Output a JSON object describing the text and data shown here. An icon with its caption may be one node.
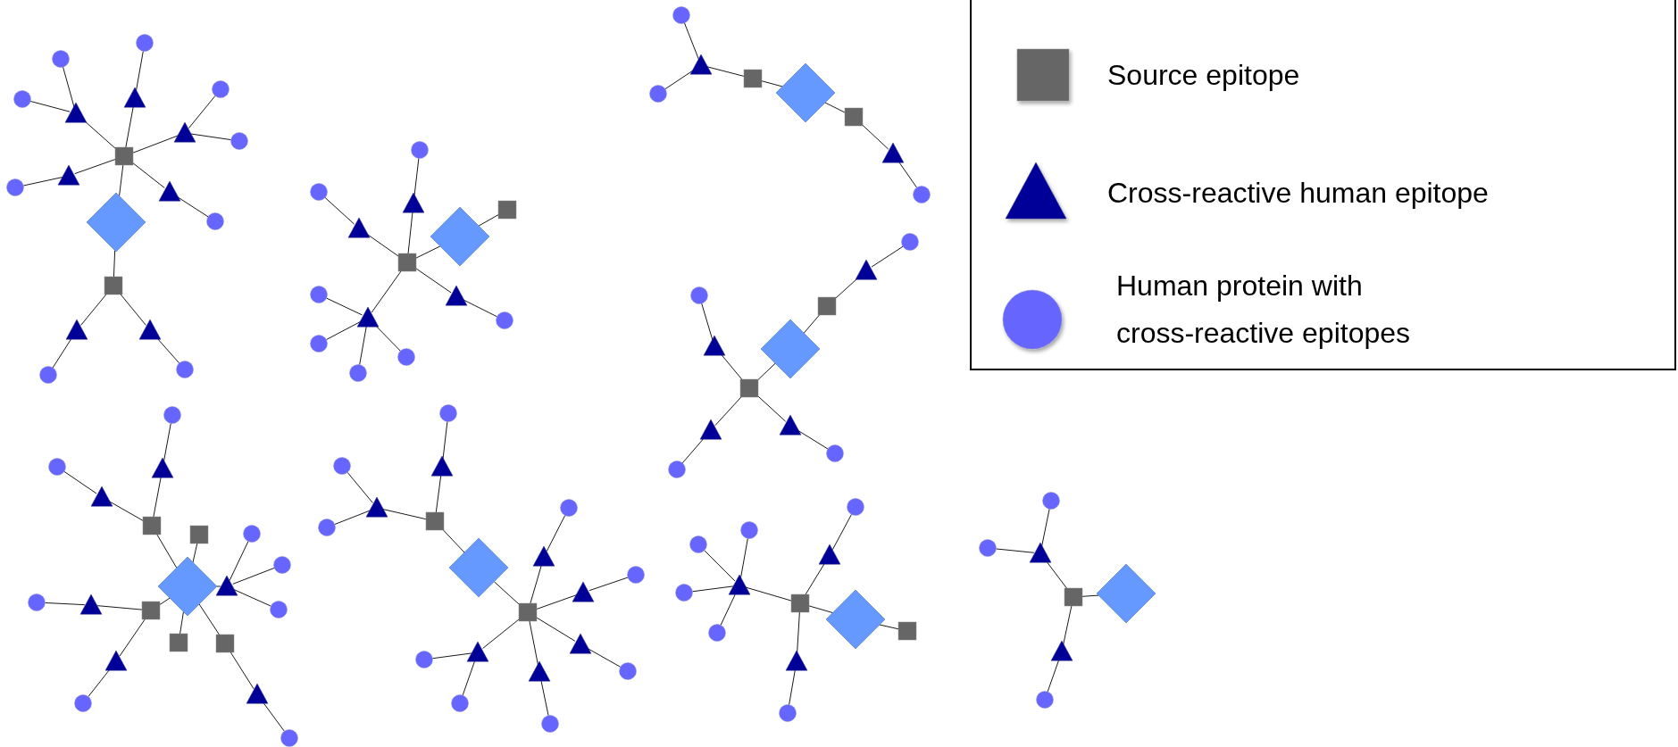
{
  "diagram": {
    "nodes": [
      {
        "text": [],
        "shape": "box"
      },
      {
        "text": [],
        "shape": "diamond"
      },
      {
        "text": [],
        "shape": "box"
      },
      {
        "text": [],
        "shape": "triangle"
      },
      {
        "text": [],
        "shape": "circle"
      },
      {
        "text": [],
        "shape": "circle"
      },
      {
        "text": [],
        "shape": "triangle"
      },
      {
        "text": [],
        "shape": "circle"
      },
      {
        "text": [],
        "shape": "triangle"
      },
      {
        "text": [],
        "shape": "circle"
      },
      {
        "text": [],
        "shape": "circle"
      },
      {
        "text": [],
        "shape": "triangle"
      },
      {
        "text": [],
        "shape": "circle"
      },
      {
        "text": [],
        "shape": "triangle"
      },
      {
        "text": [],
        "shape": "circle"
      },
      {
        "text": [],
        "shape": "triangle"
      },
      {
        "text": [],
        "shape": "circle"
      },
      {
        "text": [],
        "shape": "triangle"
      },
      {
        "text": [],
        "shape": "circle"
      },
      {
        "text": [],
        "shape": "box"
      },
      {
        "text": [],
        "shape": "diamond"
      },
      {
        "text": [],
        "shape": "box"
      },
      {
        "text": [],
        "shape": "triangle"
      },
      {
        "text": [],
        "shape": "circle"
      },
      {
        "text": [],
        "shape": "triangle"
      },
      {
        "text": [],
        "shape": "circle"
      },
      {
        "text": [],
        "shape": "triangle"
      },
      {
        "text": [],
        "shape": "circle"
      },
      {
        "text": [],
        "shape": "triangle"
      },
      {
        "text": [],
        "shape": "circle"
      },
      {
        "text": [],
        "shape": "circle"
      },
      {
        "text": [],
        "shape": "circle"
      },
      {
        "text": [],
        "shape": "circle"
      },
      {
        "text": [],
        "shape": "circle"
      },
      {
        "text": [],
        "shape": "circle"
      },
      {
        "text": [],
        "shape": "triangle"
      },
      {
        "text": [],
        "shape": "box"
      },
      {
        "text": [],
        "shape": "diamond"
      },
      {
        "text": [],
        "shape": "box"
      },
      {
        "text": [],
        "shape": "triangle"
      },
      {
        "text": [],
        "shape": "circle"
      },
      {
        "text": [],
        "shape": "circle"
      },
      {
        "text": [],
        "shape": "triangle"
      },
      {
        "text": [],
        "shape": "box"
      },
      {
        "text": [],
        "shape": "diamond"
      },
      {
        "text": [],
        "shape": "box"
      },
      {
        "text": [],
        "shape": "triangle"
      },
      {
        "text": [],
        "shape": "circle"
      },
      {
        "text": [],
        "shape": "triangle"
      },
      {
        "text": [],
        "shape": "circle"
      },
      {
        "text": [],
        "shape": "triangle"
      },
      {
        "text": [],
        "shape": "circle"
      },
      {
        "text": [],
        "shape": "box"
      },
      {
        "text": [],
        "shape": "box"
      },
      {
        "text": [],
        "shape": "diamond"
      },
      {
        "text": [],
        "shape": "box"
      },
      {
        "text": [],
        "shape": "box"
      },
      {
        "text": [],
        "shape": "box"
      },
      {
        "text": [],
        "shape": "triangle"
      },
      {
        "text": [],
        "shape": "circle"
      },
      {
        "text": [],
        "shape": "circle"
      },
      {
        "text": [],
        "shape": "circle"
      },
      {
        "text": [],
        "shape": "triangle"
      },
      {
        "text": [],
        "shape": "circle"
      },
      {
        "text": [],
        "shape": "triangle"
      },
      {
        "text": [],
        "shape": "circle"
      },
      {
        "text": [],
        "shape": "triangle"
      },
      {
        "text": [],
        "shape": "circle"
      },
      {
        "text": [],
        "shape": "triangle"
      },
      {
        "text": [],
        "shape": "circle"
      },
      {
        "text": [],
        "shape": "triangle"
      },
      {
        "text": [],
        "shape": "circle"
      },
      {
        "text": [],
        "shape": "box"
      },
      {
        "text": [],
        "shape": "diamond"
      },
      {
        "text": [],
        "shape": "box"
      },
      {
        "text": [],
        "shape": "triangle"
      },
      {
        "text": [],
        "shape": "circle"
      },
      {
        "text": [],
        "shape": "circle"
      },
      {
        "text": [],
        "shape": "triangle"
      },
      {
        "text": [],
        "shape": "circle"
      },
      {
        "text": [],
        "shape": "triangle"
      },
      {
        "text": [],
        "shape": "circle"
      },
      {
        "text": [],
        "shape": "triangle"
      },
      {
        "text": [],
        "shape": "circle"
      },
      {
        "text": [],
        "shape": "triangle"
      },
      {
        "text": [],
        "shape": "circle"
      },
      {
        "text": [],
        "shape": "triangle"
      },
      {
        "text": [],
        "shape": "circle"
      },
      {
        "text": [],
        "shape": "triangle"
      },
      {
        "text": [],
        "shape": "circle"
      },
      {
        "text": [],
        "shape": "circle"
      },
      {
        "text": [],
        "shape": "circle"
      },
      {
        "text": [],
        "shape": "circle"
      },
      {
        "text": [],
        "shape": "circle"
      },
      {
        "text": [],
        "shape": "circle"
      },
      {
        "text": [],
        "shape": "triangle"
      },
      {
        "text": [],
        "shape": "box"
      },
      {
        "text": [],
        "shape": "triangle"
      },
      {
        "text": [],
        "shape": "circle"
      },
      {
        "text": [],
        "shape": "triangle"
      },
      {
        "text": [],
        "shape": "circle"
      },
      {
        "text": [],
        "shape": "diamond"
      },
      {
        "text": [],
        "shape": "box"
      },
      {
        "text": [],
        "shape": "circle"
      },
      {
        "text": [],
        "shape": "circle"
      },
      {
        "text": [],
        "shape": "triangle"
      },
      {
        "text": [],
        "shape": "box"
      },
      {
        "text": [],
        "shape": "diamond"
      },
      {
        "text": [],
        "shape": "triangle"
      },
      {
        "text": [],
        "shape": "circle"
      }
    ],
    "edges": [
      {
        "from": 0,
        "to": 1,
        "arrow": "none"
      },
      {
        "from": 1,
        "to": 2,
        "arrow": "none"
      },
      {
        "from": 0,
        "to": 3,
        "arrow": "none"
      },
      {
        "from": 3,
        "to": 4,
        "arrow": "none"
      },
      {
        "from": 3,
        "to": 5,
        "arrow": "none"
      },
      {
        "from": 0,
        "to": 6,
        "arrow": "none"
      },
      {
        "from": 6,
        "to": 7,
        "arrow": "none"
      },
      {
        "from": 0,
        "to": 8,
        "arrow": "none"
      },
      {
        "from": 8,
        "to": 9,
        "arrow": "none"
      },
      {
        "from": 8,
        "to": 10,
        "arrow": "none"
      },
      {
        "from": 0,
        "to": 11,
        "arrow": "none"
      },
      {
        "from": 11,
        "to": 12,
        "arrow": "none"
      },
      {
        "from": 0,
        "to": 13,
        "arrow": "none"
      },
      {
        "from": 13,
        "to": 14,
        "arrow": "none"
      },
      {
        "from": 2,
        "to": 15,
        "arrow": "none"
      },
      {
        "from": 15,
        "to": 16,
        "arrow": "none"
      },
      {
        "from": 2,
        "to": 17,
        "arrow": "none"
      },
      {
        "from": 17,
        "to": 18,
        "arrow": "none"
      },
      {
        "from": 19,
        "to": 20,
        "arrow": "none"
      },
      {
        "from": 20,
        "to": 21,
        "arrow": "none"
      },
      {
        "from": 19,
        "to": 22,
        "arrow": "none"
      },
      {
        "from": 22,
        "to": 23,
        "arrow": "none"
      },
      {
        "from": 19,
        "to": 24,
        "arrow": "none"
      },
      {
        "from": 24,
        "to": 25,
        "arrow": "none"
      },
      {
        "from": 19,
        "to": 26,
        "arrow": "none"
      },
      {
        "from": 26,
        "to": 27,
        "arrow": "none"
      },
      {
        "from": 19,
        "to": 28,
        "arrow": "none"
      },
      {
        "from": 28,
        "to": 29,
        "arrow": "none"
      },
      {
        "from": 28,
        "to": 30,
        "arrow": "none"
      },
      {
        "from": 28,
        "to": 31,
        "arrow": "none"
      },
      {
        "from": 28,
        "to": 32,
        "arrow": "none"
      },
      {
        "from": 33,
        "to": 35,
        "arrow": "none"
      },
      {
        "from": 34,
        "to": 35,
        "arrow": "none"
      },
      {
        "from": 35,
        "to": 36,
        "arrow": "none"
      },
      {
        "from": 36,
        "to": 37,
        "arrow": "none"
      },
      {
        "from": 37,
        "to": 38,
        "arrow": "none"
      },
      {
        "from": 38,
        "to": 39,
        "arrow": "none"
      },
      {
        "from": 39,
        "to": 40,
        "arrow": "none"
      },
      {
        "from": 41,
        "to": 42,
        "arrow": "none"
      },
      {
        "from": 42,
        "to": 43,
        "arrow": "none"
      },
      {
        "from": 43,
        "to": 44,
        "arrow": "none"
      },
      {
        "from": 44,
        "to": 45,
        "arrow": "none"
      },
      {
        "from": 45,
        "to": 46,
        "arrow": "none"
      },
      {
        "from": 46,
        "to": 47,
        "arrow": "none"
      },
      {
        "from": 45,
        "to": 48,
        "arrow": "none"
      },
      {
        "from": 48,
        "to": 49,
        "arrow": "none"
      },
      {
        "from": 45,
        "to": 50,
        "arrow": "none"
      },
      {
        "from": 50,
        "to": 51,
        "arrow": "none"
      },
      {
        "from": 52,
        "to": 54,
        "arrow": "none"
      },
      {
        "from": 53,
        "to": 54,
        "arrow": "none"
      },
      {
        "from": 55,
        "to": 54,
        "arrow": "none"
      },
      {
        "from": 56,
        "to": 54,
        "arrow": "none"
      },
      {
        "from": 57,
        "to": 54,
        "arrow": "none"
      },
      {
        "from": 54,
        "to": 58,
        "arrow": "none"
      },
      {
        "from": 58,
        "to": 59,
        "arrow": "none"
      },
      {
        "from": 58,
        "to": 60,
        "arrow": "none"
      },
      {
        "from": 58,
        "to": 61,
        "arrow": "none"
      },
      {
        "from": 52,
        "to": 62,
        "arrow": "none"
      },
      {
        "from": 62,
        "to": 63,
        "arrow": "none"
      },
      {
        "from": 52,
        "to": 64,
        "arrow": "none"
      },
      {
        "from": 64,
        "to": 65,
        "arrow": "none"
      },
      {
        "from": 55,
        "to": 66,
        "arrow": "none"
      },
      {
        "from": 66,
        "to": 67,
        "arrow": "none"
      },
      {
        "from": 55,
        "to": 68,
        "arrow": "none"
      },
      {
        "from": 68,
        "to": 69,
        "arrow": "none"
      },
      {
        "from": 57,
        "to": 70,
        "arrow": "none"
      },
      {
        "from": 70,
        "to": 71,
        "arrow": "none"
      },
      {
        "from": 72,
        "to": 73,
        "arrow": "none"
      },
      {
        "from": 73,
        "to": 74,
        "arrow": "none"
      },
      {
        "from": 72,
        "to": 75,
        "arrow": "none"
      },
      {
        "from": 75,
        "to": 76,
        "arrow": "none"
      },
      {
        "from": 75,
        "to": 77,
        "arrow": "none"
      },
      {
        "from": 72,
        "to": 78,
        "arrow": "none"
      },
      {
        "from": 78,
        "to": 79,
        "arrow": "none"
      },
      {
        "from": 74,
        "to": 80,
        "arrow": "none"
      },
      {
        "from": 80,
        "to": 81,
        "arrow": "none"
      },
      {
        "from": 74,
        "to": 82,
        "arrow": "none"
      },
      {
        "from": 82,
        "to": 83,
        "arrow": "none"
      },
      {
        "from": 74,
        "to": 84,
        "arrow": "none"
      },
      {
        "from": 84,
        "to": 85,
        "arrow": "none"
      },
      {
        "from": 74,
        "to": 86,
        "arrow": "none"
      },
      {
        "from": 86,
        "to": 87,
        "arrow": "none"
      },
      {
        "from": 74,
        "to": 88,
        "arrow": "none"
      },
      {
        "from": 88,
        "to": 89,
        "arrow": "none"
      },
      {
        "from": 88,
        "to": 90,
        "arrow": "none"
      },
      {
        "from": 91,
        "to": 95,
        "arrow": "none"
      },
      {
        "from": 92,
        "to": 95,
        "arrow": "none"
      },
      {
        "from": 93,
        "to": 95,
        "arrow": "none"
      },
      {
        "from": 94,
        "to": 95,
        "arrow": "none"
      },
      {
        "from": 95,
        "to": 96,
        "arrow": "none"
      },
      {
        "from": 96,
        "to": 97,
        "arrow": "none"
      },
      {
        "from": 97,
        "to": 98,
        "arrow": "none"
      },
      {
        "from": 96,
        "to": 99,
        "arrow": "none"
      },
      {
        "from": 99,
        "to": 100,
        "arrow": "none"
      },
      {
        "from": 96,
        "to": 101,
        "arrow": "none"
      },
      {
        "from": 101,
        "to": 102,
        "arrow": "none"
      },
      {
        "from": 103,
        "to": 105,
        "arrow": "none"
      },
      {
        "from": 104,
        "to": 105,
        "arrow": "none"
      },
      {
        "from": 105,
        "to": 106,
        "arrow": "none"
      },
      {
        "from": 106,
        "to": 107,
        "arrow": "none"
      },
      {
        "from": 106,
        "to": 108,
        "arrow": "none"
      },
      {
        "from": 108,
        "to": 109,
        "arrow": "none"
      }
    ],
    "legend": [
      {
        "text": "Source epitope"
      },
      {
        "text": "Cross-reactive human epitope"
      },
      {
        "text": "Human protein with cross-reactive epitopes"
      }
    ]
  }
}
